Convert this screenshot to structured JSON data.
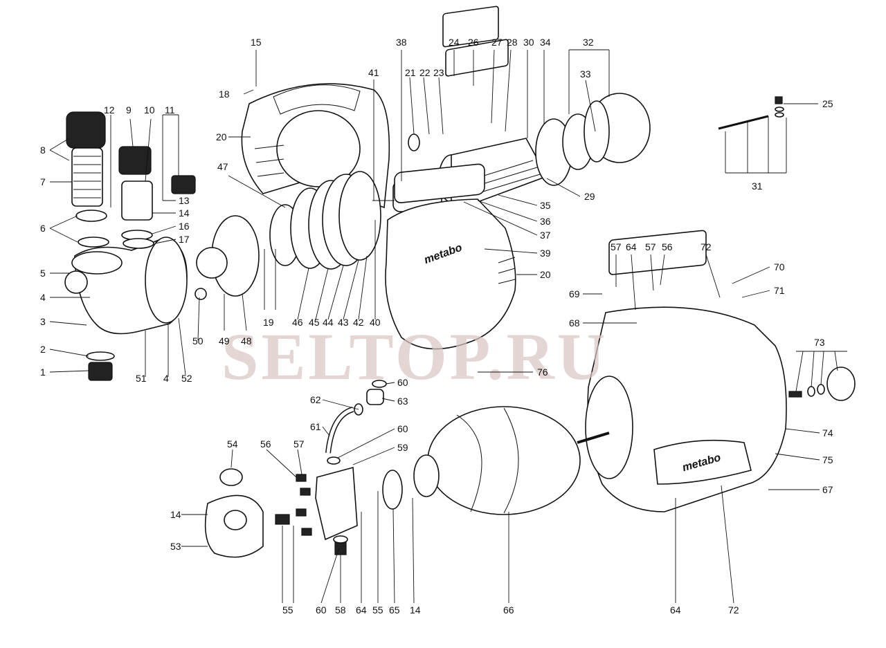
{
  "watermark": "SELTOP.RU",
  "brand_label": "metabo",
  "callouts": [
    "1",
    "2",
    "3",
    "4",
    "5",
    "6",
    "7",
    "8",
    "9",
    "10",
    "11",
    "12",
    "13",
    "14",
    "15",
    "16",
    "17",
    "18",
    "19",
    "20",
    "21",
    "22",
    "23",
    "24",
    "25",
    "26",
    "27",
    "28",
    "29",
    "30",
    "31",
    "32",
    "33",
    "34",
    "35",
    "36",
    "37",
    "38",
    "39",
    "40",
    "41",
    "42",
    "43",
    "44",
    "45",
    "46",
    "47",
    "48",
    "49",
    "50",
    "51",
    "52",
    "53",
    "54",
    "55",
    "56",
    "57",
    "58",
    "59",
    "60",
    "61",
    "62",
    "63",
    "64",
    "65",
    "66",
    "67",
    "68",
    "69",
    "70",
    "71",
    "72",
    "73",
    "74",
    "75",
    "76"
  ]
}
